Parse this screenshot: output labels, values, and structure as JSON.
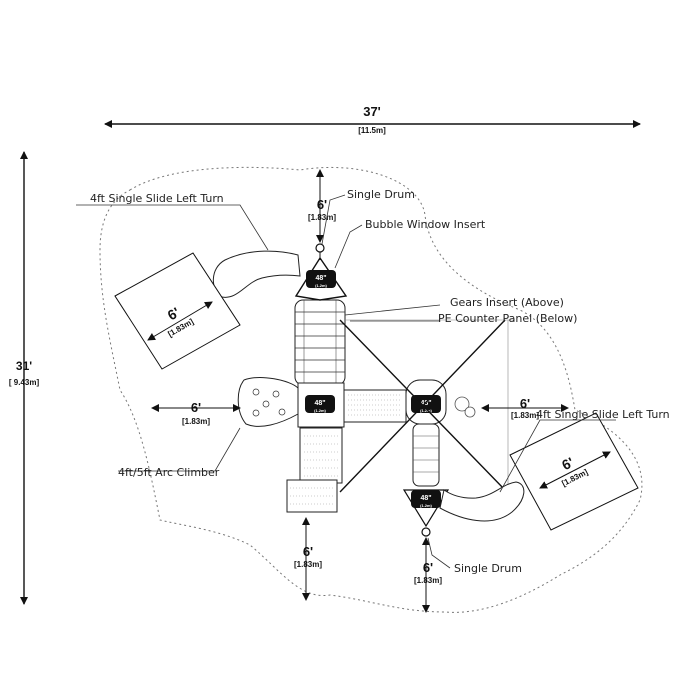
{
  "overall": {
    "width_ft": "37'",
    "width_m": "[11.5m]",
    "depth_ft": "31'",
    "depth_m": "[ 9.43m]"
  },
  "clearances": {
    "ft": "6'",
    "m": "[1.83m]"
  },
  "deck_height": {
    "in": "48\"",
    "m": "(1.2m)"
  },
  "labels": {
    "single_drum": "Single Drum",
    "bubble_window": "Bubble Window Insert",
    "gears_insert": "Gears Insert (Above)",
    "pe_counter": "PE Counter Panel (Below)",
    "slide_left_1": "4ft Single Slide Left Turn",
    "slide_left_2": "4ft Single Slide Left Turn",
    "arc_climber": "4ft/5ft Arc Climber",
    "single_drum_bottom": "Single Drum"
  },
  "colors": {
    "line": "#111111",
    "deck_fill": "#111111",
    "boundary": "#888888"
  }
}
